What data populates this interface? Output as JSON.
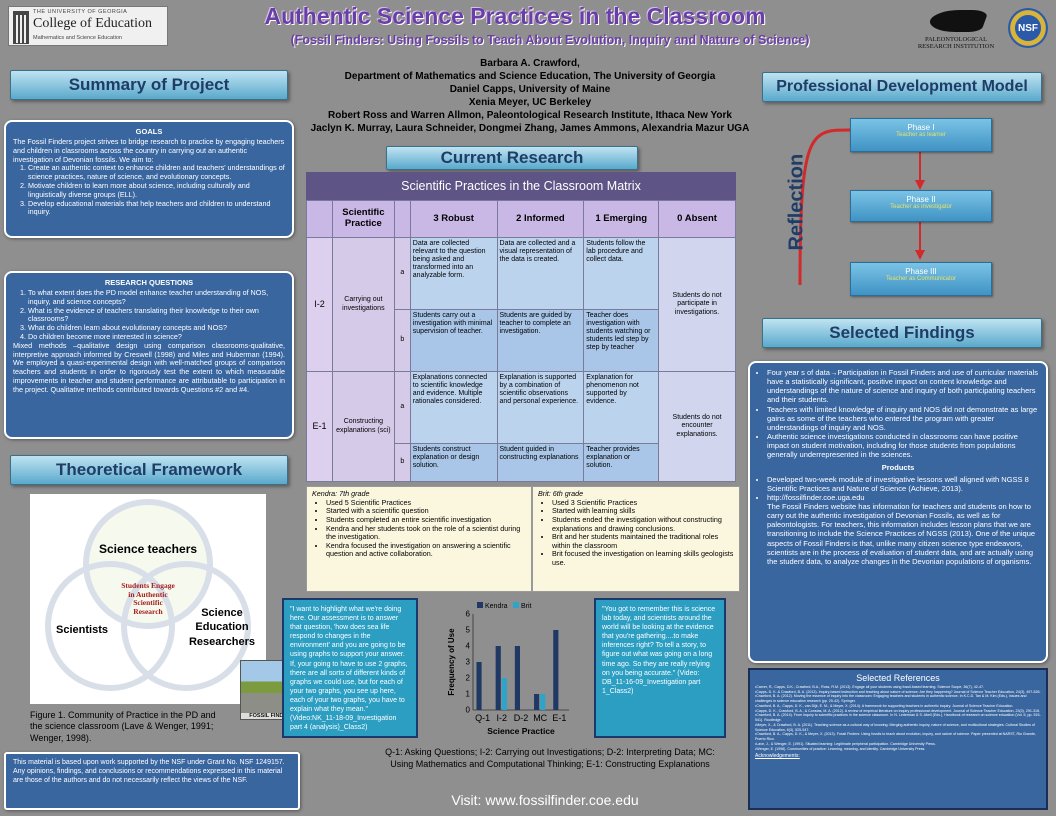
{
  "header": {
    "uga_small": "THE UNIVERSITY OF GEORGIA",
    "college": "College of Education",
    "dept": "Mathematics and Science Education",
    "title": "Authentic Science Practices in the Classroom",
    "subtitle": "(Fossil Finders: Using Fossils to Teach About Evolution, Inquiry and Nature of Science)",
    "pri_logo": "PALEONTOLOGICAL RESEARCH INSTITUTION",
    "nsf_logo": "NSF"
  },
  "authors": [
    "Barbara A. Crawford,",
    "Department of Mathematics and Science Education, The University of Georgia",
    "Daniel Capps, University of Maine",
    "Xenia Meyer, UC Berkeley",
    "Robert Ross and Warren Allmon, Paleontological Research Institute, Ithaca New York",
    "Jaclyn K. Murray, Laura Schneider, Dongmei Zhang, James Ammons, Alexandria Mazur UGA"
  ],
  "summary": {
    "banner": "Summary of Project",
    "goals_title": "GOALS",
    "goals_intro": "The Fossil Finders project strives to bridge research to practice by engaging teachers and children in classrooms across the country in carrying out an authentic investigation of Devonian fossils. We aim to:",
    "goals": [
      "Create an authentic context to enhance children and teachers' understandings of science practices, nature of science, and evolutionary concepts.",
      "Motivate children to learn more about science, including culturally and linguistically diverse groups (ELL).",
      "Develop educational materials that help teachers and children to understand inquiry."
    ]
  },
  "research": {
    "title": "RESEARCH QUESTIONS",
    "questions": [
      "To what extent does the PD model enhance teacher understanding of NOS, inquiry, and science concepts?",
      "What is the evidence of teachers translating their knowledge to their own classrooms?",
      "What do children learn about evolutionary concepts and NOS?",
      "Do children become more interested in science?"
    ],
    "methods": "Mixed methods –qualitative design using comparison classrooms-qualitative, interpretive approach informed by Creswell (1998) and Miles and Huberman (1994). We employed a quasi-experimental design with well-matched groups of comparison teachers and students in order to rigorously test the extent to which measurable improvements in teacher and student performance are attributable to participation in the project. Qualitative methods contributed towards Questions #2 and #4."
  },
  "theory": {
    "banner": "Theoretical Framework",
    "venn_top": "Science teachers",
    "venn_left": "Scientists",
    "venn_right": "Science Education Researchers",
    "venn_center": "Students Engage in Authentic Scientific Research",
    "caption": "Figure 1. Community of Practice in the PD and the science classroom (Lave & Wenger, 1991; Wenger, 1998).",
    "fossil_logo": "FOSSIL FINDERS"
  },
  "nsf_note": "This material is based upon work supported by the NSF under Grant No. NSF 1249157. Any opinions, findings, and conclusions or recommendations expressed in this material are those of the authors and do not necessarily reflect the views of the NSF.",
  "current": {
    "banner": "Current Research",
    "matrix_title": "Scientific Practices in the Classroom Matrix",
    "headers": [
      "Scientific Practice",
      "3 Robust",
      "2 Informed",
      "1 Emerging",
      "0 Absent"
    ],
    "rows": [
      {
        "code": "I-2",
        "practice": "Carrying out investigations",
        "absent": "Students do not participate in investigations.",
        "levels": [
          {
            "lvl": "a",
            "c3": "Data are collected relevant to the question being asked and transformed into an analyzable form.",
            "c2": "Data are collected and a visual representation of the data is created.",
            "c1": "Students follow the lab procedure and collect data."
          },
          {
            "lvl": "b",
            "c3": "Students carry out a investigation with minimal supervision of teacher.",
            "c2": "Students are guided by teacher to complete an investigation.",
            "c1": "Teacher does investigation with students watching or students led step by step by teacher"
          }
        ]
      },
      {
        "code": "E-1",
        "practice": "Constructing explanations (sci)",
        "absent": "Students do not encounter explanations.",
        "levels": [
          {
            "lvl": "a",
            "c3": "Explanations connected to scientific knowledge and evidence. Multiple rationales considered.",
            "c2": "Explanation is supported by a combination of scientific observations and personal experience.",
            "c1": "Explanation for phenomenon not supported by evidence."
          },
          {
            "lvl": "b",
            "c3": "Students construct explanation or design solution.",
            "c2": "Student guided in constructing explanations",
            "c1": "Teacher provides explanation or solution."
          }
        ]
      }
    ],
    "kendra_title": "Kendra: 7th grade",
    "kendra": [
      "Used 5 Scientific Practices",
      "Started with a scientific question",
      "Students completed an entire scientific investigation",
      "Kendra and her students took on the role of a scientist during the investigation.",
      "Kendra focused the investigation on answering a scientific question and active collaboration."
    ],
    "brit_title": "Brit: 6th grade",
    "brit": [
      "Used 3 Scientific Practices",
      "Started with learning skills",
      "Students ended the investigation without constructing explanations and drawing conclusions.",
      "Brit and her students maintained the traditional roles within the classroom",
      "Brit focused the investigation on learning skills geologists use."
    ],
    "quote_kendra": "\"I want to highlight what we're doing here. Our assessment is to answer that question, 'how does sea life respond to changes in the environment' and you are going to be using graphs to support your answer. If, your going to have to use 2 graphs, there are all sorts of different kinds of graphs we could use, but for each of your two graphs, you see up here, each of your two graphs, you have to explain what they mean.\" (Video:NK_11-18-09_Investigation part 4 (analysis)_Class2)",
    "quote_brit": "\"You got to remember this is science lab today, and scientists around the world will be looking at the evidence that you're gathering....to make inferences right? To tell a story, to figure out what was going on a long time ago. So they are really relying on you being accurate.\" (Video: DB_11-16-09_Investigation part 1_Class2)",
    "legend_caption": "Q-1: Asking Questions; I-2: Carrying out Investigations; D-2: Interpreting Data; MC: Using Mathematics and Computational Thinking; E-1: Constructing Explanations",
    "visit": "Visit: www.fossilfinder.coe.edu"
  },
  "chart_data": {
    "type": "bar",
    "categories": [
      "Q-1",
      "I-2",
      "D-2",
      "MC",
      "E-1"
    ],
    "series": [
      {
        "name": "Kendra",
        "values": [
          3,
          4,
          4,
          1,
          5
        ],
        "color": "#1f3864"
      },
      {
        "name": "Brit",
        "values": [
          0,
          2,
          0,
          1,
          0
        ],
        "color": "#2fa4c9"
      }
    ],
    "xlabel": "Science Practice",
    "ylabel": "Frequency of Use",
    "ylim": [
      0,
      6
    ],
    "yticks": [
      "0",
      "1",
      "2",
      "3",
      "4",
      "5",
      "6"
    ],
    "legend": "top"
  },
  "pd": {
    "banner": "Professional Development Model",
    "reflection": "Reflection",
    "phases": [
      {
        "name": "Phase I",
        "sub": "Teacher as learner"
      },
      {
        "name": "Phase II",
        "sub": "Teacher as investigator"
      },
      {
        "name": "Phase III",
        "sub": "Teacher as Communicator"
      }
    ]
  },
  "findings": {
    "banner": "Selected Findings",
    "items": [
      "Four year s of data→Participation in Fossil Finders and use of curricular materials have a statistically significant, positive impact on content knowledge and understandings of the nature of science and inquiry of both participating teachers and their students.",
      "Teachers with limited knowledge of inquiry and NOS did not demonstrate as large gains as some of the teachers who entered the program with greater understandings of inquiry and NOS.",
      "Authentic science investigations conducted in classrooms can have positive impact on student motivation, including for those students from populations generally underrepresented in the sciences."
    ],
    "products_title": "Products",
    "products": [
      "Developed two-week module of investigative lessons well aligned with NGSS 8 Scientific Practices and Nature of Science (Achieve, 2013).",
      "http://fossilfinder.coe.uga.edu"
    ],
    "products_text": "The Fossil Finders website has information for teachers and students on how to carry out the authentic investigation of Devonian Fossils, as well as for paleontologists. For teachers, this information includes lesson plans that we are transitioning to include the Science Practices of NGSS (2013). One of the unique aspects of Fossil Finders is that, unlike many citizen science type endeavors, scientists are in the process of evaluation of student data, and are actually using the student data, to analyze changes in the Devonian populations of organisms."
  },
  "references": {
    "title": "Selected References",
    "items": [
      "•Carver, R., Capps, D.K., Crawford, B.A., Ross, R.M. (2013). Engage all your students using fossil-based learning. Science Scope, 36(7), 42-47.",
      "•Capps, D. K. & Crawford, B. A. (2013). Inquiry-based instruction and teaching about nature of science: Are they happening? Journal of Science Teacher Education, 24(3), 497-526.",
      "•Crawford, B. A. (2012). Moving the essence of inquiry into the classroom: Engaging teachers and students in authentic science. In K.C.D. Tan & M. Kim (Eds.), Issues and challenges in science education research (pp. 25-42). Springer.",
      "•Crawford, B. A., Capps, D. K., van Dijk, E. M., & Meyer, X. (2014). A framework for supporting teachers in authentic inquiry. Journal of Science Teacher Education.",
      "•Capps, D. K., Crawford, B. A., & Constas, M. A. (2012). A review of empirical literature on inquiry professional development. Journal of Science Teacher Education, 23(3), 291-318.",
      "•Crawford, B. A. (2014). From inquiry to scientific practices in the science classroom. In N. Lederman & S. Abell (Eds.), Handbook of research on science education (Vol. II, pp. 515-541). Routledge.",
      "•Meyer, X., & Crawford, B. A. (2011). Teaching science as a cultural way of knowing: Merging authentic inquiry, nature of science, and multicultural strategies. Cultural Studies of Science Education, 6(3), 525-547.",
      "•Crawford, B. A., Capps, D. K., & Meyer, X. (2013). Fossil Finders: Using fossils to teach about evolution, inquiry, and nature of science. Paper presented at NARST, Rio Grande, Puerto Rico.",
      "•Lave, J., & Wenger, E. (1991). Situated learning: Legitimate peripheral participation. Cambridge University Press.",
      "•Wenger, E. (1998). Communities of practice: Learning, meaning, and identity. Cambridge University Press."
    ],
    "ack": "Acknowledgements:"
  }
}
